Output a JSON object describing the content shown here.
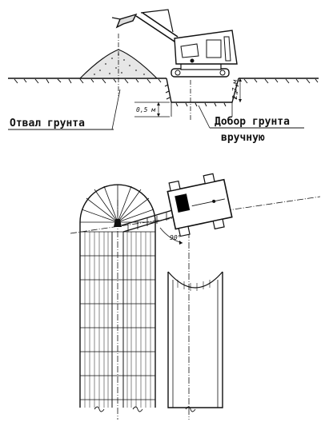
{
  "labels": {
    "spoil": "Отвал грунта",
    "manual_1": "Добор грунта",
    "manual_2": "вручную",
    "dim_depth": "0,5 м",
    "dim_right": "2,7 м",
    "angle": "90°"
  },
  "colors": {
    "ink": "#111111",
    "background": "#ffffff"
  }
}
